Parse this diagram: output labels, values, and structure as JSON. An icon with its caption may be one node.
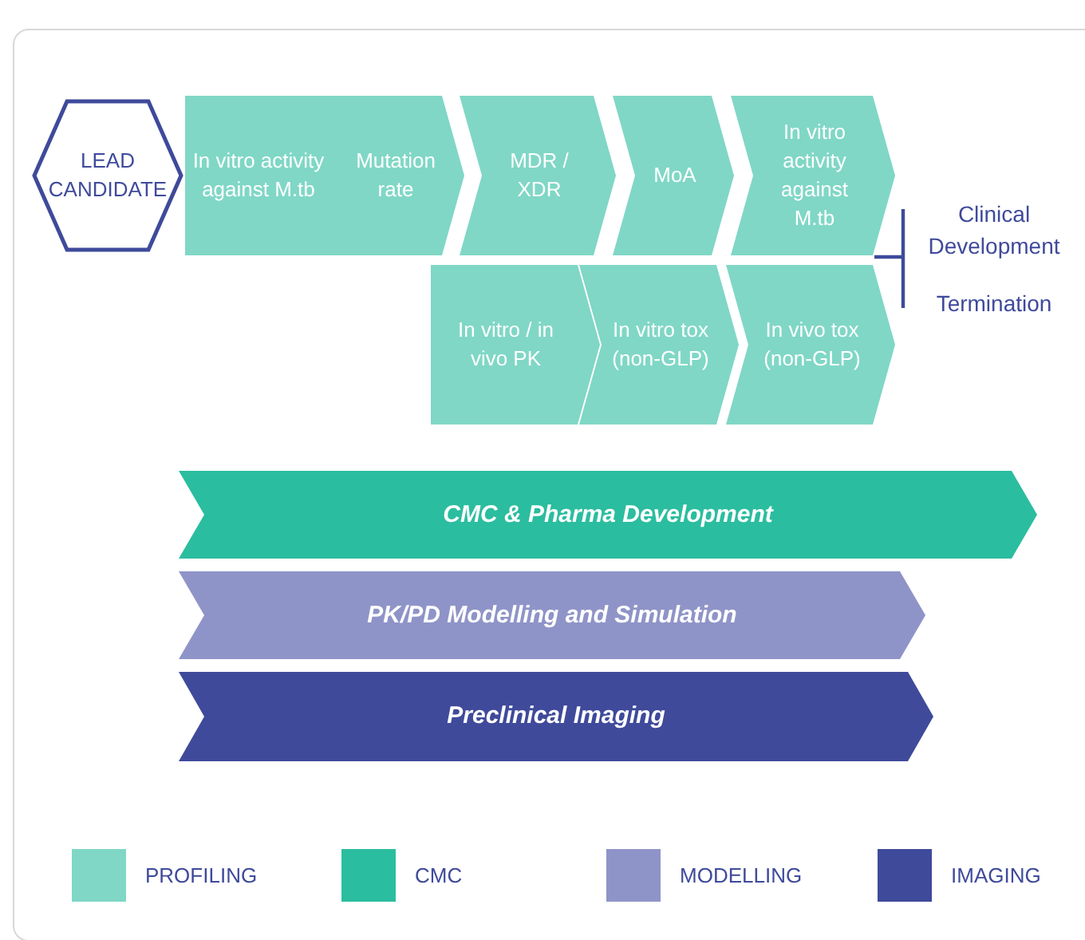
{
  "diagram": {
    "nodes": [
      {
        "text": [
          "LEAD CANDIDATE"
        ]
      },
      {
        "text": [
          "In vitro activity against M.tb"
        ]
      },
      {
        "text": [
          "Mutation rate"
        ]
      },
      {
        "text": [
          "MDR / XDR"
        ]
      },
      {
        "text": [
          "MoA"
        ]
      },
      {
        "text": [
          "In vitro activity against M.tb"
        ]
      },
      {
        "text": [
          "In vitro / in vivo PK"
        ]
      },
      {
        "text": [
          "In vitro tox (non-GLP)"
        ]
      },
      {
        "text": [
          "In vivo tox (non-GLP)"
        ]
      },
      {
        "text": [
          "CMC & Pharma Development"
        ]
      },
      {
        "text": [
          "PK/PD Modelling and Simulation"
        ]
      },
      {
        "text": [
          "Preclinical Imaging"
        ]
      }
    ],
    "labels": [
      "Clinical Development",
      "Termination"
    ],
    "legend": [
      {
        "text": "PROFILING",
        "color": "#80d7c6"
      },
      {
        "text": "CMC",
        "color": "#2bbd9f"
      },
      {
        "text": "MODELLING",
        "color": "#8f94c8"
      },
      {
        "text": "IMAGING",
        "color": "#3f4a9b"
      }
    ]
  }
}
